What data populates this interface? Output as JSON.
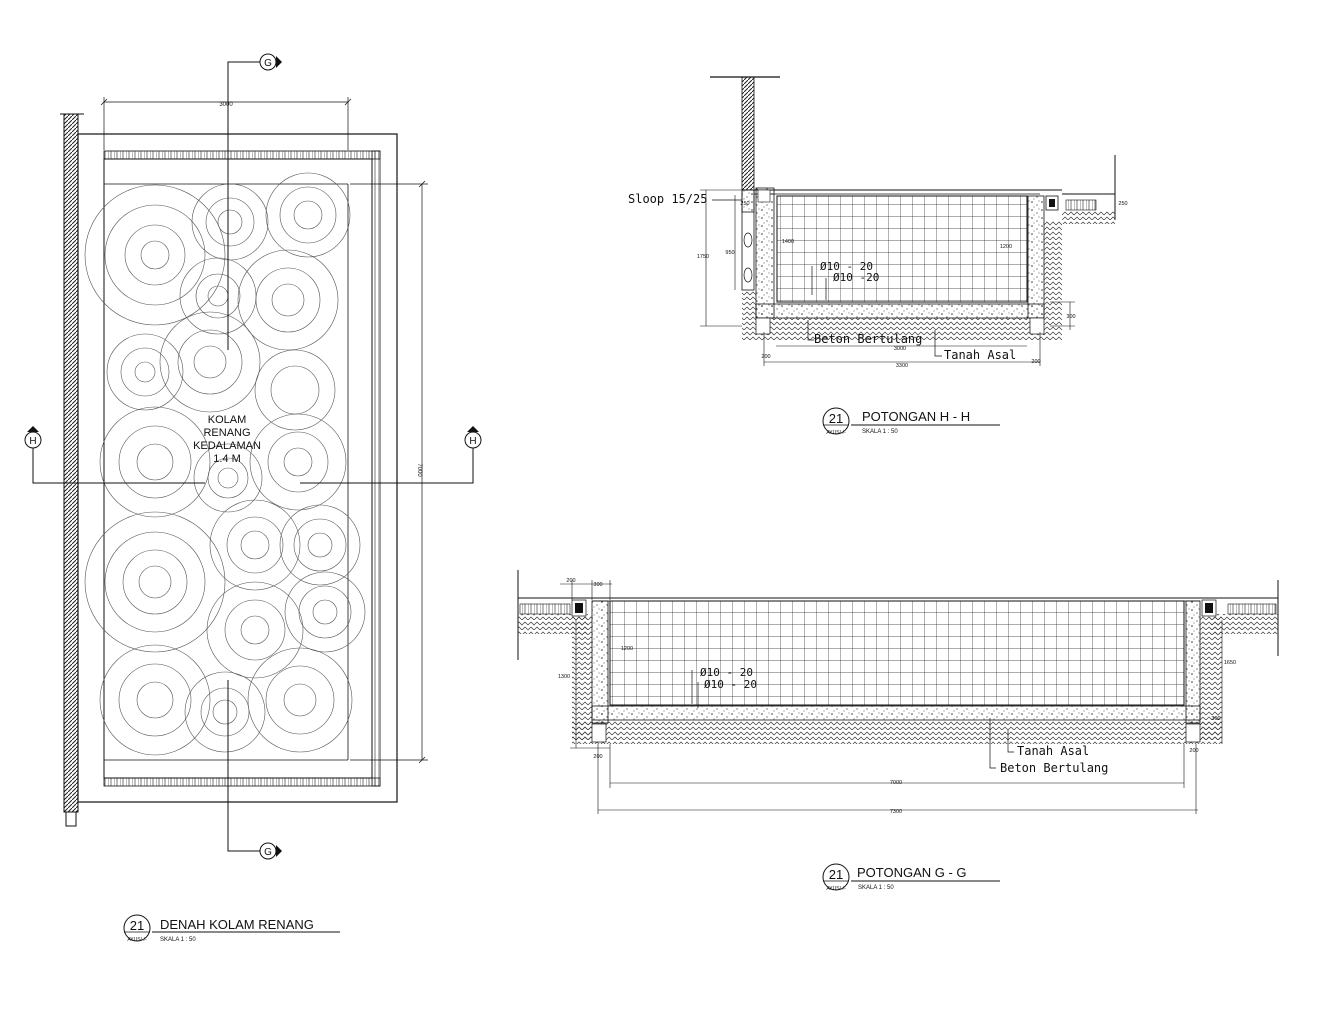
{
  "plan": {
    "pool_label": [
      "KOLAM",
      "RENANG",
      "KEDALAMAN",
      "1.4 M"
    ],
    "dim_width": "3000",
    "dim_length": "7000",
    "marker_g": "G",
    "marker_h": "H",
    "title_number": "21",
    "title_sub": "AYUS/-/-",
    "title": "DENAH KOLAM RENANG",
    "scale": "SKALA 1 : 50"
  },
  "section_h": {
    "sloop_label": "Sloop 15/25",
    "rebar_1": "Ø10 - 20",
    "rebar_2": "Ø10 -20",
    "beton_label": "Beton Bertulang",
    "tanah_label": "Tanah Asal",
    "dim_3000": "3000",
    "dim_3300": "3300",
    "dim_1750": "1750",
    "dim_950": "950",
    "dim_250_left": "250",
    "dim_250_right": "250",
    "dim_300": "300",
    "dim_200_left": "200",
    "dim_200_right": "200",
    "dim_1400_left": "1400",
    "dim_1200_right": "1200",
    "title_number": "21",
    "title_sub": "AYUS/-/-",
    "title": "POTONGAN H - H",
    "scale": "SKALA 1 : 50"
  },
  "section_g": {
    "rebar_1": "Ø10 - 20",
    "rebar_2": "Ø10 - 20",
    "tanah_label": "Tanah Asal",
    "beton_label": "Beton Bertulang",
    "dim_7000": "7000",
    "dim_7300": "7300",
    "dim_200_top": "200",
    "dim_300_top": "300",
    "dim_1300": "1300",
    "dim_1650": "1650",
    "dim_200_left": "200",
    "dim_200_right": "200",
    "dim_1200": "1200",
    "dim_300_right": "300",
    "title_number": "21",
    "title_sub": "AYUS/-/-",
    "title": "POTONGAN G - G",
    "scale": "SKALA 1 : 50"
  }
}
